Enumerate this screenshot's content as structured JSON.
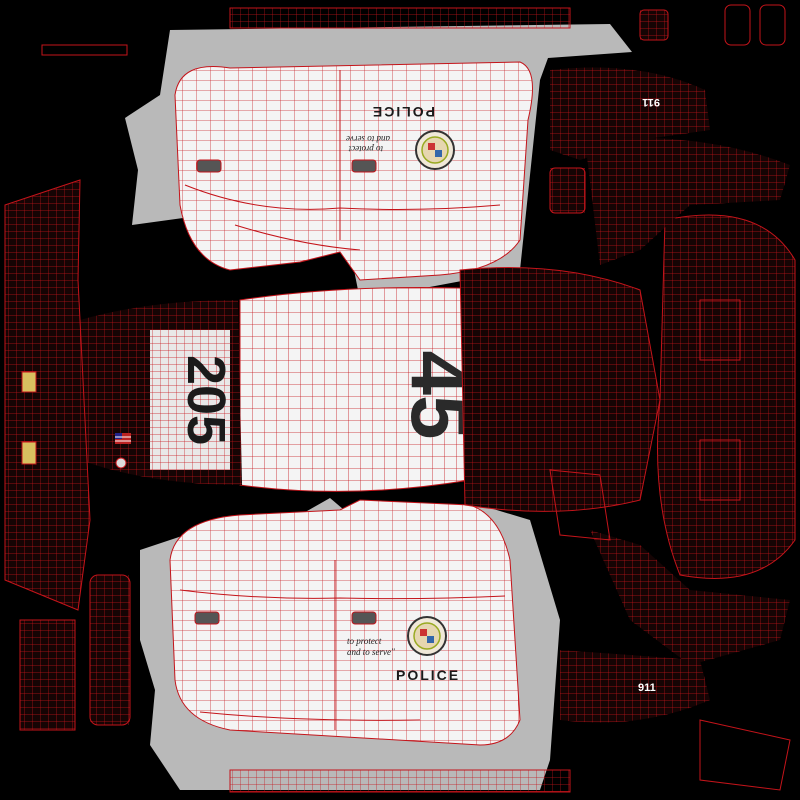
{
  "texture": {
    "background": "#000000",
    "wire_color": "#c4141a",
    "panel_white": "#f4f4f4",
    "panel_gray": "#b9b9b9"
  },
  "labels": {
    "police_upper": "POLICE",
    "police_lower": "POLICE",
    "motto_line1": "to protect",
    "motto_line2": "and to serve",
    "motto_lower_line1": "to protect",
    "motto_lower_line2": "and to serve\"",
    "roof_number": "45",
    "trunk_number": "205",
    "emergency_upper": "911",
    "emergency_lower": "911"
  },
  "icons": [
    "city-seal-icon",
    "us-flag-icon",
    "license-plate-icon"
  ]
}
